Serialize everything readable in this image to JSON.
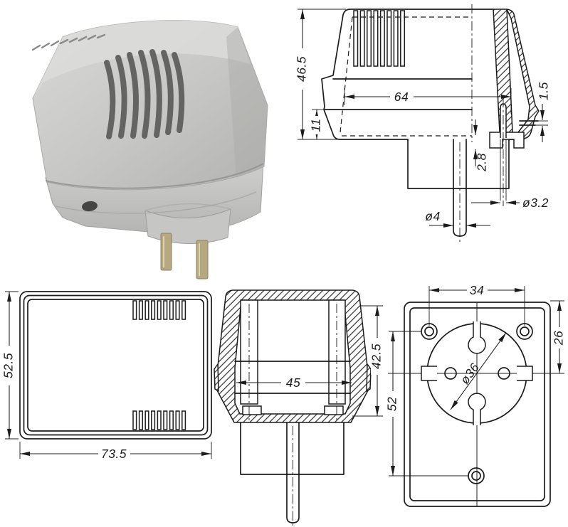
{
  "colors": {
    "paper": "#ffffff",
    "line": "#1c1c1c",
    "photo_body_light": "#dcdcda",
    "photo_body_mid": "#c4c4c2",
    "photo_body_dark": "#a8a8a6",
    "photo_slot": "#5f5f5d",
    "photo_pin_brass": "#b4a67f"
  },
  "views": {
    "side_section": {
      "height_total": "46.5",
      "width_inner": "64",
      "rim_height": "11",
      "lip_thickness": "1.5",
      "step_height": "2.8",
      "boss_diameter": "ø3.2",
      "pin_diameter": "ø4"
    },
    "top": {
      "depth": "52.5",
      "width": "73.5"
    },
    "front_section": {
      "inner_width": "45",
      "cover_height": "42.5"
    },
    "bottom": {
      "screw_hole_spacing_h": "34",
      "edge_to_center": "26",
      "screw_hole_spacing_v": "52",
      "socket_diameter": "ø36"
    }
  }
}
